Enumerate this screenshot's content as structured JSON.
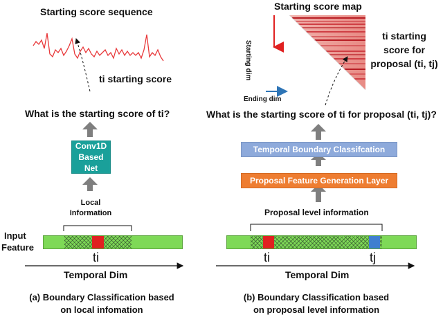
{
  "left": {
    "sequence_title": "Starting score sequence",
    "ti_score_label": "ti starting score",
    "question": "What is the starting score of ti?",
    "net_box": [
      "Conv1D",
      "Based Net"
    ],
    "local_info": [
      "Local",
      "Information"
    ],
    "ti_tick": "ti",
    "axis_label": "Temporal Dim",
    "caption": [
      "(a) Boundary Classification based",
      "on local infomation"
    ]
  },
  "right": {
    "map_title": "Starting score map",
    "starting_dim": "Starting dim",
    "ending_dim": "Ending dim",
    "proposal_label": [
      "ti starting",
      "score for",
      "proposal (ti, tj)"
    ],
    "question": "What is the starting score of ti for proposal (ti, tj)?",
    "tbc_box": "Temporal Boundary Classifcation",
    "pfg_box": "Proposal Feature Generation Layer",
    "proposal_info": "Proposal level information",
    "ti_tick": "ti",
    "tj_tick": "tj",
    "axis_label": "Temporal Dim",
    "caption": [
      "(b) Boundary Classification based",
      "on proposal level information"
    ]
  },
  "input_feature": [
    "Input",
    "Feature"
  ],
  "colors": {
    "sequence_line": "#e8383a",
    "net_box": "#1aa09a",
    "tbc_box": "#8eaadb",
    "pfg_box": "#ee7d31",
    "up_arrow": "#7f7f7f",
    "feature_bar": "#7ed957",
    "ti_marker": "#e02020",
    "tj_marker": "#3f7fd0",
    "ending_arrow": "#2e75b6",
    "starting_arrow": "#e02020",
    "map_fill": "#d9444a"
  }
}
